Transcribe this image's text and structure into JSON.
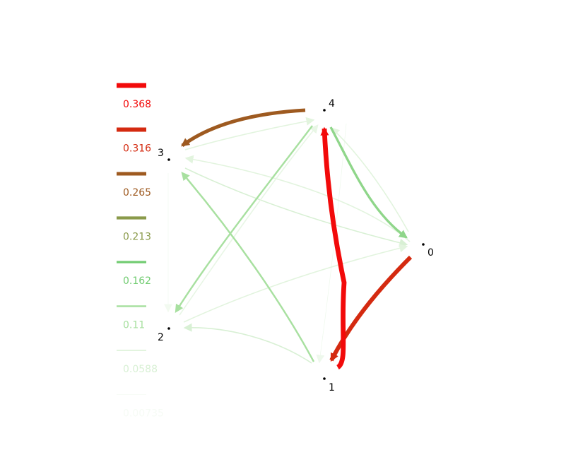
{
  "legend": {
    "items": [
      {
        "label": "0.368",
        "color": "#f20a0a",
        "weight": 0.368
      },
      {
        "label": "0.316",
        "color": "#d42a10",
        "weight": 0.316
      },
      {
        "label": "0.265",
        "color": "#9e5a20",
        "weight": 0.265
      },
      {
        "label": "0.213",
        "color": "#8a9a4a",
        "weight": 0.213
      },
      {
        "label": "0.162",
        "color": "#72cc72",
        "weight": 0.162
      },
      {
        "label": "0.11",
        "color": "#a8e0a0",
        "weight": 0.11
      },
      {
        "label": "0.0588",
        "color": "#d8f0d4",
        "weight": 0.0588
      },
      {
        "label": "0.00735",
        "color": "#f6fbf5",
        "weight": 0.00735
      }
    ]
  },
  "nodes": [
    {
      "id": "0",
      "label": "0"
    },
    {
      "id": "1",
      "label": "1"
    },
    {
      "id": "2",
      "label": "2"
    },
    {
      "id": "3",
      "label": "3"
    },
    {
      "id": "4",
      "label": "4"
    }
  ],
  "edges": [
    {
      "source": "1",
      "target": "4",
      "weight": 0.368,
      "color": "#f20a0a"
    },
    {
      "source": "0",
      "target": "1",
      "weight": 0.316,
      "color": "#d42a10"
    },
    {
      "source": "4",
      "target": "3",
      "weight": 0.265,
      "color": "#9e5a20"
    },
    {
      "source": "4",
      "target": "0",
      "weight": 0.162,
      "color": "#8fd68a"
    },
    {
      "source": "4",
      "target": "2",
      "weight": 0.11,
      "color": "#a8e0a0"
    },
    {
      "source": "1",
      "target": "3",
      "weight": 0.11,
      "color": "#a8e0a0"
    },
    {
      "source": "1",
      "target": "2",
      "weight": 0.0588,
      "color": "#d8f0d4"
    },
    {
      "source": "3",
      "target": "0",
      "weight": 0.0588,
      "color": "#d8f0d4"
    },
    {
      "source": "0",
      "target": "3",
      "weight": 0.0588,
      "color": "#e2f4de"
    },
    {
      "source": "2",
      "target": "0",
      "weight": 0.0588,
      "color": "#e2f4de"
    },
    {
      "source": "3",
      "target": "4",
      "weight": 0.0588,
      "color": "#e2f4de"
    },
    {
      "source": "2",
      "target": "4",
      "weight": 0.0588,
      "color": "#e8f6e5"
    },
    {
      "source": "0",
      "target": "4",
      "weight": 0.0588,
      "color": "#e2f4de"
    },
    {
      "source": "4",
      "target": "1",
      "weight": 0.00735,
      "color": "#eef8ec"
    },
    {
      "source": "3",
      "target": "2",
      "weight": 0.00735,
      "color": "#f2faf0"
    }
  ]
}
